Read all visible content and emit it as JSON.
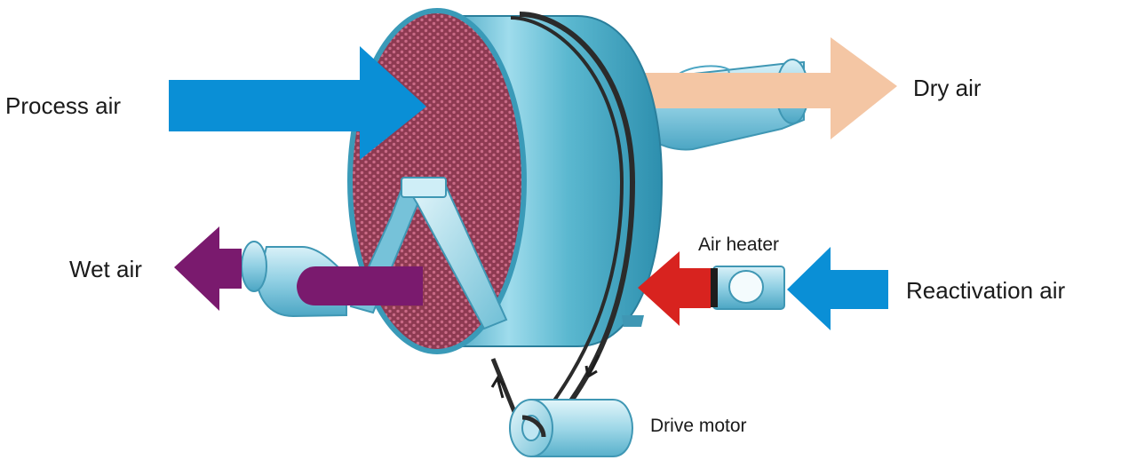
{
  "labels": {
    "process_air": "Process air",
    "dry_air": "Dry air",
    "wet_air": "Wet air",
    "air_heater": "Air heater",
    "reactivation_air": "Reactivation air",
    "drive_motor": "Drive motor"
  },
  "colors": {
    "process_air_arrow": "#0a8fd6",
    "dry_air_arrow": "#f4c6a4",
    "wet_air_arrow": "#7a1a6e",
    "heated_air_arrow": "#d8231f",
    "reactivation_air_arrow": "#0a8fd6",
    "wheel_body": "#5bb8d0",
    "desiccant_media": "#8e3a52",
    "belt": "#2b2b2b",
    "ducts": "#9fd3e6"
  }
}
